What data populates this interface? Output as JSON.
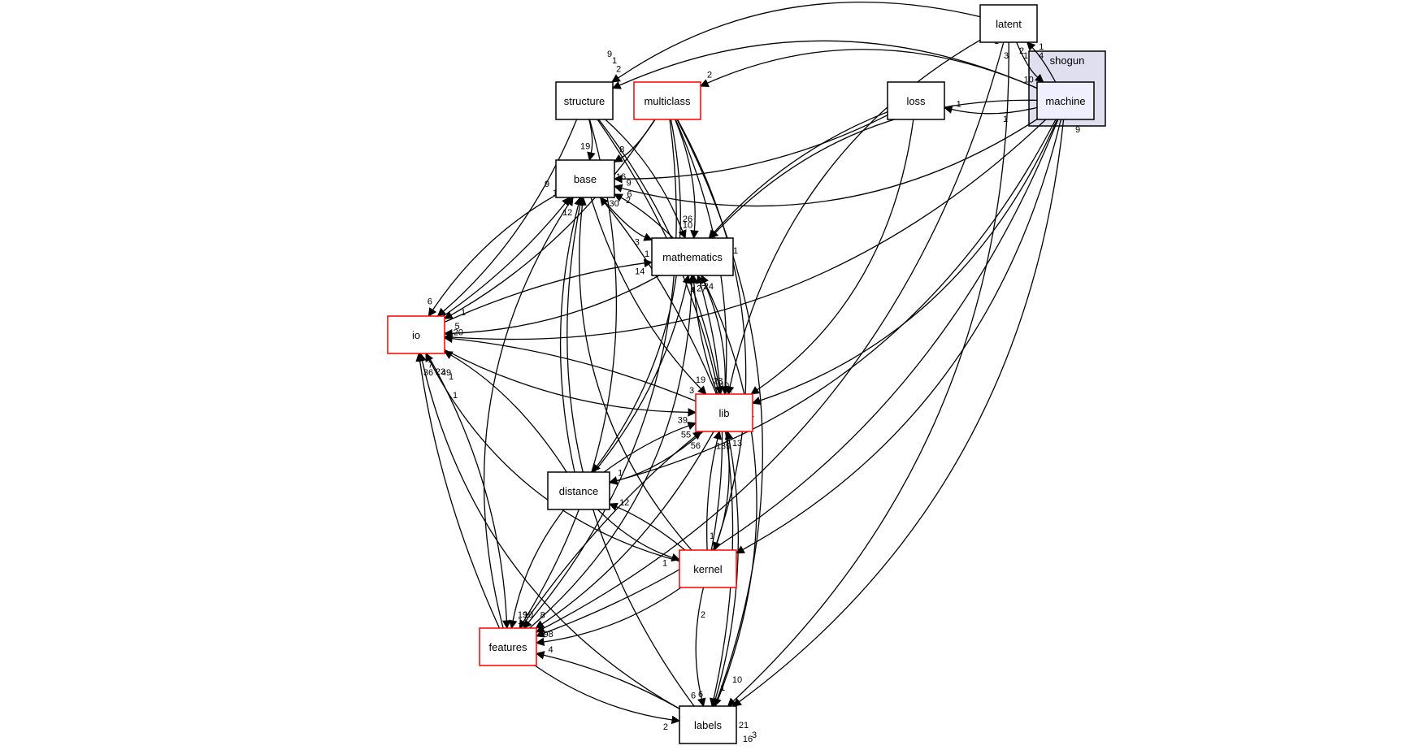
{
  "cluster": {
    "label": "shogun"
  },
  "colors": {
    "edge": "#000000",
    "node_border_default": "#000000",
    "node_border_incomplete": "#ff0000",
    "node_fill": "#ffffff",
    "cluster_fill": "#dfdfef",
    "cluster_border": "#000000",
    "focus_node_fill": "#efefff"
  },
  "nodes": [
    {
      "id": "latent",
      "label": "latent",
      "border": "black"
    },
    {
      "id": "machine",
      "label": "machine",
      "border": "black",
      "focus": true
    },
    {
      "id": "structure",
      "label": "structure",
      "border": "black"
    },
    {
      "id": "multiclass",
      "label": "multiclass",
      "border": "red"
    },
    {
      "id": "loss",
      "label": "loss",
      "border": "black"
    },
    {
      "id": "base",
      "label": "base",
      "border": "black"
    },
    {
      "id": "mathematics",
      "label": "mathematics",
      "border": "black"
    },
    {
      "id": "io",
      "label": "io",
      "border": "red"
    },
    {
      "id": "lib",
      "label": "lib",
      "border": "red"
    },
    {
      "id": "distance",
      "label": "distance",
      "border": "black"
    },
    {
      "id": "kernel",
      "label": "kernel",
      "border": "red"
    },
    {
      "id": "features",
      "label": "features",
      "border": "red"
    },
    {
      "id": "labels",
      "label": "labels",
      "border": "black"
    }
  ],
  "edges": [
    {
      "from": "latent",
      "to": "structure",
      "label": "2"
    },
    {
      "from": "latent",
      "to": "machine",
      "label": "10"
    },
    {
      "from": "latent",
      "to": "lib",
      "label": ""
    },
    {
      "from": "latent",
      "to": "features",
      "label": ""
    },
    {
      "from": "latent",
      "to": "labels",
      "label": ""
    },
    {
      "from": "machine",
      "to": "latent",
      "label": "1"
    },
    {
      "from": "machine",
      "to": "structure",
      "label": ""
    },
    {
      "from": "machine",
      "to": "multiclass",
      "label": "2"
    },
    {
      "from": "machine",
      "to": "loss",
      "label": "1"
    },
    {
      "from": "machine",
      "to": "base",
      "label": "9"
    },
    {
      "from": "machine",
      "to": "mathematics",
      "label": ""
    },
    {
      "from": "machine",
      "to": "io",
      "label": ""
    },
    {
      "from": "machine",
      "to": "lib",
      "label": ""
    },
    {
      "from": "machine",
      "to": "distance",
      "label": ""
    },
    {
      "from": "machine",
      "to": "kernel",
      "label": ""
    },
    {
      "from": "machine",
      "to": "features",
      "label": ""
    },
    {
      "from": "machine",
      "to": "labels",
      "label": ""
    },
    {
      "from": "structure",
      "to": "base",
      "label": "19"
    },
    {
      "from": "structure",
      "to": "mathematics",
      "label": ""
    },
    {
      "from": "structure",
      "to": "io",
      "label": ""
    },
    {
      "from": "structure",
      "to": "lib",
      "label": ""
    },
    {
      "from": "structure",
      "to": "features",
      "label": ""
    },
    {
      "from": "structure",
      "to": "labels",
      "label": ""
    },
    {
      "from": "multiclass",
      "to": "base",
      "label": "8"
    },
    {
      "from": "multiclass",
      "to": "mathematics",
      "label": "10"
    },
    {
      "from": "multiclass",
      "to": "io",
      "label": ""
    },
    {
      "from": "multiclass",
      "to": "lib",
      "label": ""
    },
    {
      "from": "multiclass",
      "to": "distance",
      "label": ""
    },
    {
      "from": "multiclass",
      "to": "kernel",
      "label": ""
    },
    {
      "from": "multiclass",
      "to": "features",
      "label": ""
    },
    {
      "from": "multiclass",
      "to": "labels",
      "label": ""
    },
    {
      "from": "loss",
      "to": "base",
      "label": ""
    },
    {
      "from": "loss",
      "to": "mathematics",
      "label": ""
    },
    {
      "from": "loss",
      "to": "lib",
      "label": ""
    },
    {
      "from": "base",
      "to": "mathematics",
      "label": "3"
    },
    {
      "from": "base",
      "to": "io",
      "label": "6"
    },
    {
      "from": "base",
      "to": "lib",
      "label": "3"
    },
    {
      "from": "mathematics",
      "to": "base",
      "label": "6"
    },
    {
      "from": "mathematics",
      "to": "io",
      "label": "5"
    },
    {
      "from": "mathematics",
      "to": "lib",
      "label": "23"
    },
    {
      "from": "io",
      "to": "base",
      "label": "12"
    },
    {
      "from": "io",
      "to": "mathematics",
      "label": "14"
    },
    {
      "from": "io",
      "to": "lib",
      "label": "39"
    },
    {
      "from": "io",
      "to": "features",
      "label": ""
    },
    {
      "from": "lib",
      "to": "base",
      "label": "30"
    },
    {
      "from": "lib",
      "to": "mathematics",
      "label": "27"
    },
    {
      "from": "lib",
      "to": "io",
      "label": "20"
    },
    {
      "from": "lib",
      "to": "distance",
      "label": "1"
    },
    {
      "from": "lib",
      "to": "kernel",
      "label": "1"
    },
    {
      "from": "lib",
      "to": "features",
      "label": "8"
    },
    {
      "from": "distance",
      "to": "base",
      "label": ""
    },
    {
      "from": "distance",
      "to": "mathematics",
      "label": "4"
    },
    {
      "from": "distance",
      "to": "io",
      "label": ""
    },
    {
      "from": "distance",
      "to": "lib",
      "label": "55"
    },
    {
      "from": "distance",
      "to": "kernel",
      "label": "1"
    },
    {
      "from": "distance",
      "to": "features",
      "label": ""
    },
    {
      "from": "kernel",
      "to": "base",
      "label": ""
    },
    {
      "from": "kernel",
      "to": "mathematics",
      "label": "24"
    },
    {
      "from": "kernel",
      "to": "io",
      "label": ""
    },
    {
      "from": "kernel",
      "to": "lib",
      "label": "139"
    },
    {
      "from": "kernel",
      "to": "distance",
      "label": "12"
    },
    {
      "from": "kernel",
      "to": "features",
      "label": "98"
    },
    {
      "from": "kernel",
      "to": "labels",
      "label": "6"
    },
    {
      "from": "features",
      "to": "base",
      "label": ""
    },
    {
      "from": "features",
      "to": "mathematics",
      "label": ""
    },
    {
      "from": "features",
      "to": "io",
      "label": ""
    },
    {
      "from": "features",
      "to": "lib",
      "label": "56"
    },
    {
      "from": "features",
      "to": "labels",
      "label": "2"
    },
    {
      "from": "labels",
      "to": "base",
      "label": ""
    },
    {
      "from": "labels",
      "to": "mathematics",
      "label": ""
    },
    {
      "from": "labels",
      "to": "io",
      "label": "7"
    },
    {
      "from": "labels",
      "to": "lib",
      "label": "13"
    },
    {
      "from": "labels",
      "to": "features",
      "label": "4"
    }
  ],
  "extra_labels": [
    "4",
    "3",
    "1",
    "2",
    "1",
    "9",
    "26",
    "16",
    "1",
    "2",
    "1",
    "1",
    "36",
    "49",
    "23",
    "1",
    "40",
    "19",
    "76",
    "8",
    "1",
    "1",
    "1",
    "6",
    "1",
    "9",
    "1",
    "10",
    "19",
    "10",
    "1",
    "1",
    "2",
    "6",
    "1",
    "3",
    "10",
    "8",
    "21",
    "19",
    "9",
    "16"
  ]
}
